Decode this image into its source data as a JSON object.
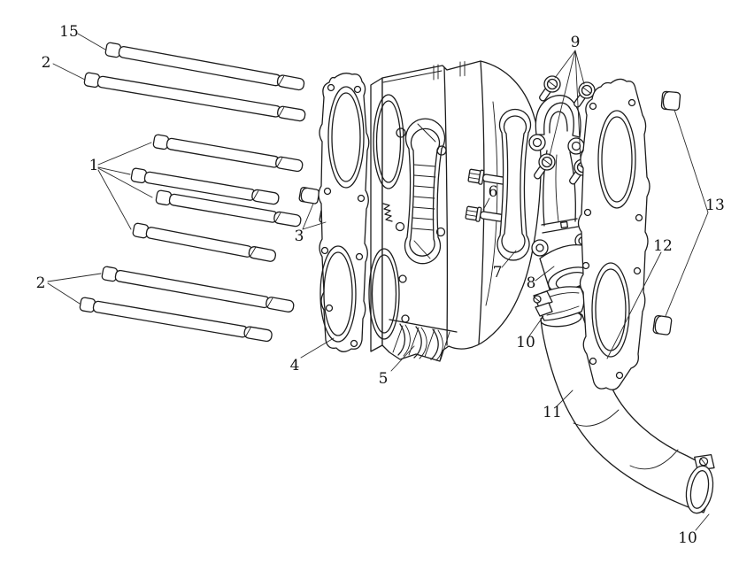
{
  "figure": {
    "title": "exploded-parts-diagram",
    "background_color": "#ffffff",
    "line_color": "#1d1d1d",
    "text_color": "#111111"
  },
  "callouts": [
    {
      "id": "callout-15",
      "label": "15"
    },
    {
      "id": "callout-2-top",
      "label": "2"
    },
    {
      "id": "callout-1",
      "label": "1"
    },
    {
      "id": "callout-3",
      "label": "3"
    },
    {
      "id": "callout-2-bottom",
      "label": "2"
    },
    {
      "id": "callout-4",
      "label": "4"
    },
    {
      "id": "callout-5",
      "label": "5"
    },
    {
      "id": "callout-6",
      "label": "6"
    },
    {
      "id": "callout-7",
      "label": "7"
    },
    {
      "id": "callout-8",
      "label": "8"
    },
    {
      "id": "callout-9",
      "label": "9"
    },
    {
      "id": "callout-10-left",
      "label": "10"
    },
    {
      "id": "callout-11",
      "label": "11"
    },
    {
      "id": "callout-12",
      "label": "12"
    },
    {
      "id": "callout-13",
      "label": "13"
    },
    {
      "id": "callout-10-right",
      "label": "10"
    }
  ]
}
